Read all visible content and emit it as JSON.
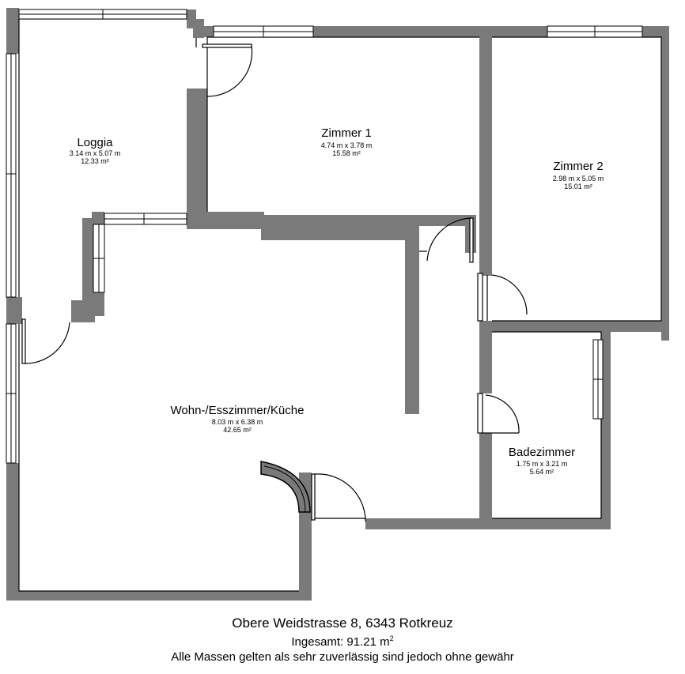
{
  "colors": {
    "wall": "#7a7a7a",
    "line": "#000000",
    "background": "#ffffff"
  },
  "rooms": {
    "loggia": {
      "name": "Loggia",
      "dims": "3.14 m x 5.07 m",
      "area": "12.33 m²"
    },
    "zimmer1": {
      "name": "Zimmer 1",
      "dims": "4.74 m x 3.78 m",
      "area": "15.58 m²"
    },
    "zimmer2": {
      "name": "Zimmer 2",
      "dims": "2.98 m x 5.05 m",
      "area": "15.01 m²"
    },
    "wohn": {
      "name": "Wohn-/Esszimmer/Küche",
      "dims": "8.03 m x 6.38 m",
      "area": "42.65 m²"
    },
    "bad": {
      "name": "Badezimmer",
      "dims": "1.75 m x 3.21 m",
      "area": "5.64 m²"
    }
  },
  "footer": {
    "address": "Obere Weidstrasse 8, 6343 Rotkreuz",
    "total_label": "Ingesamt: 91.21 m",
    "total_sup": "2",
    "disclaimer": "Alle Massen gelten als sehr zuverlässig sind jedoch ohne gewähr"
  }
}
